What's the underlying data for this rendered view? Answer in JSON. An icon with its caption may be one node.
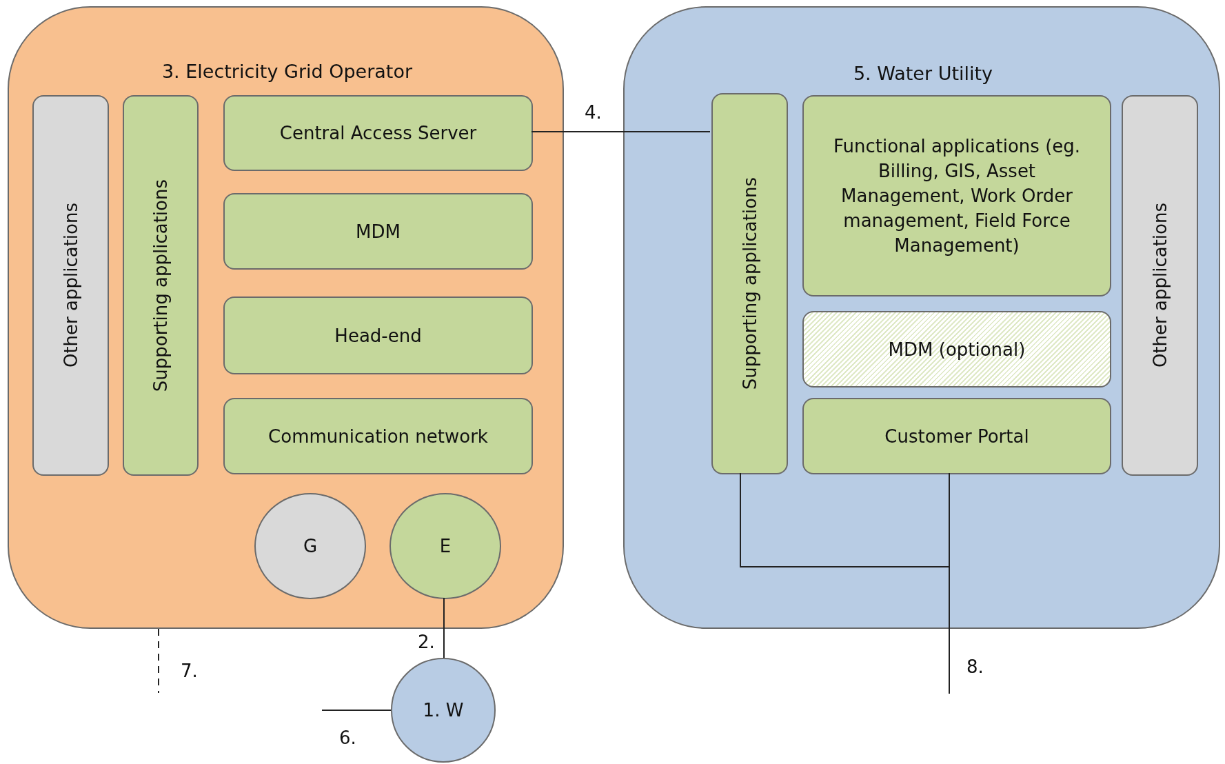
{
  "diagram": {
    "nodes": [
      {
        "text": [
          "3. Electricity Grid Operator"
        ]
      },
      {
        "text": [
          "Other applications"
        ],
        "in": 0
      },
      {
        "text": [
          "Supporting applications"
        ],
        "in": 0
      },
      {
        "text": [
          "Central Access Server"
        ],
        "in": 0
      },
      {
        "text": [
          "MDM"
        ],
        "in": 0
      },
      {
        "text": [
          "Head-end"
        ],
        "in": 0
      },
      {
        "text": [
          "Communication network"
        ],
        "in": 0
      },
      {
        "text": [
          "G"
        ],
        "in": 0
      },
      {
        "text": [
          "E"
        ],
        "in": 0
      },
      {
        "text": [
          "5. Water Utility"
        ]
      },
      {
        "text": [
          "Supporting applications"
        ],
        "in": 9
      },
      {
        "text": [
          "Functional applications (eg. Billing, GIS, Asset Management, Work Order management, Field Force Management)"
        ],
        "in": 9
      },
      {
        "text": [
          "MDM (optional)"
        ],
        "in": 9
      },
      {
        "text": [
          "Customer Portal"
        ],
        "in": 9
      },
      {
        "text": [
          "Other applications"
        ],
        "in": 9
      },
      {
        "text": [
          "1. W"
        ]
      }
    ],
    "edges": [
      {
        "from": 3,
        "to": 10,
        "arrow": "none",
        "label": "4."
      },
      {
        "from": 8,
        "to": 15,
        "arrow": "none",
        "label": "2."
      },
      {
        "from": null,
        "to": 15,
        "arrow": "none",
        "label": "6."
      },
      {
        "from": 0,
        "to": null,
        "arrow": "none",
        "style": "dashed",
        "label": "7."
      },
      {
        "from": 10,
        "to": null,
        "arrow": "none"
      },
      {
        "from": 13,
        "to": null,
        "arrow": "none",
        "label": "8."
      }
    ]
  }
}
